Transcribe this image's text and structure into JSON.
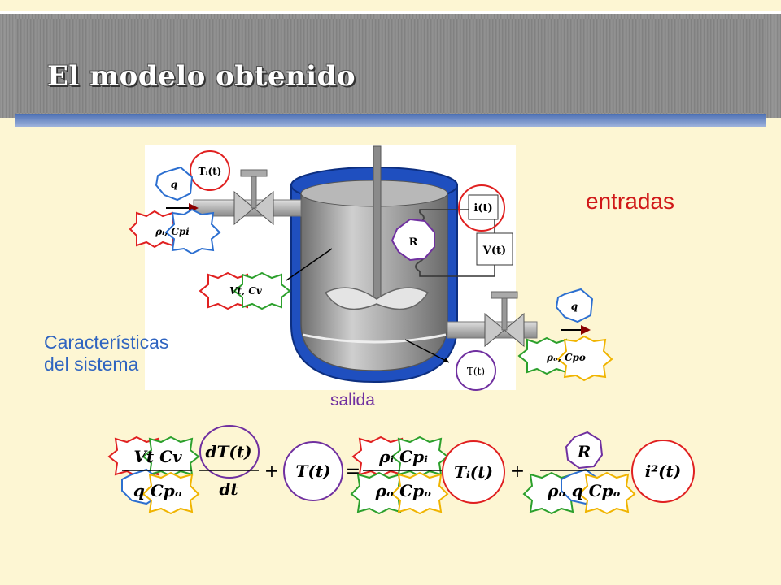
{
  "slide": {
    "title": "El modelo obtenido",
    "entradas_label": "entradas",
    "caracteristicas_line1": "Características",
    "caracteristicas_line2": "del sistema",
    "salida_label": "salida"
  },
  "diagram": {
    "input_temp": "Tᵢ(t)",
    "inlet_flow": "q",
    "inlet_props": "ρᵢ, Cpi",
    "current_box": "i(t)",
    "resistor_box": "R",
    "voltage_box": "V(t)",
    "tank_props": "Vt, Cv",
    "outlet_flow": "q",
    "outlet_props": "ρₒ, Cpo",
    "output_temp": "T(t)"
  },
  "equation": {
    "term1_num": "Vt Cv",
    "term1_den": "q Cpₒ",
    "deriv_num": "dT(t)",
    "deriv_den": "dt",
    "plus1": "+",
    "state": "T(t)",
    "equals": "=",
    "term2_num": "ρᵢ Cpᵢ",
    "term2_den": "ρₒ Cpₒ",
    "input": "Tᵢ(t)",
    "plus2": "+",
    "term3_num": "R",
    "term3_den": "ρₒ q Cpₒ",
    "current": "i²(t)"
  },
  "colors": {
    "red": "#e02020",
    "blue": "#2c6fd0",
    "green": "#2ca02c",
    "yellow": "#f0b400",
    "purple": "#7030a0",
    "tank_outer": "#1f4fbf",
    "tank_inner": "#a8a8a8"
  }
}
